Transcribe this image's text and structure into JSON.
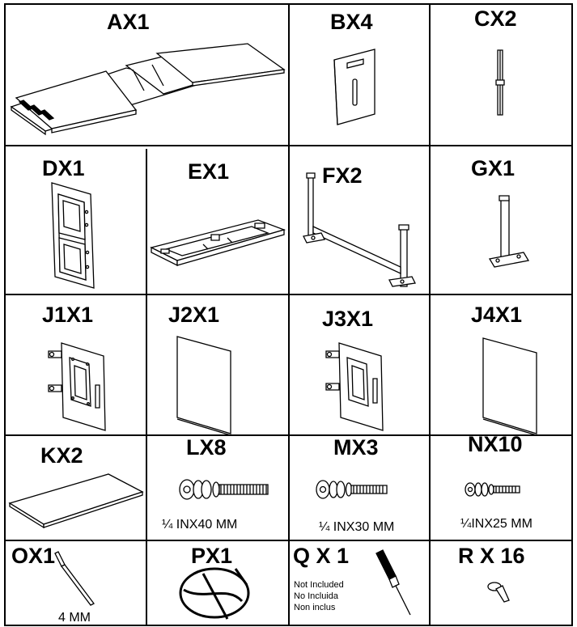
{
  "parts": {
    "A": "AX1",
    "B": "BX4",
    "C": "CX2",
    "D": "DX1",
    "E": "EX1",
    "F": "FX2",
    "G": "GX1",
    "J1": "J1X1",
    "J2": "J2X1",
    "J3": "J3X1",
    "J4": "J4X1",
    "K": "KX2",
    "L": "LX8",
    "M": "MX3",
    "N": "NX10",
    "O": "OX1",
    "P": "PX1",
    "Q": "Q X 1",
    "R": "R X 16"
  },
  "captions": {
    "L": "¼ INX40 MM",
    "M": "¼ INX30 MM",
    "N": "¼INX25 MM",
    "O": "4 MM"
  },
  "notes": {
    "q_line1": "Not Included",
    "q_line2": "No Incluida",
    "q_line3": "Non inclus"
  }
}
